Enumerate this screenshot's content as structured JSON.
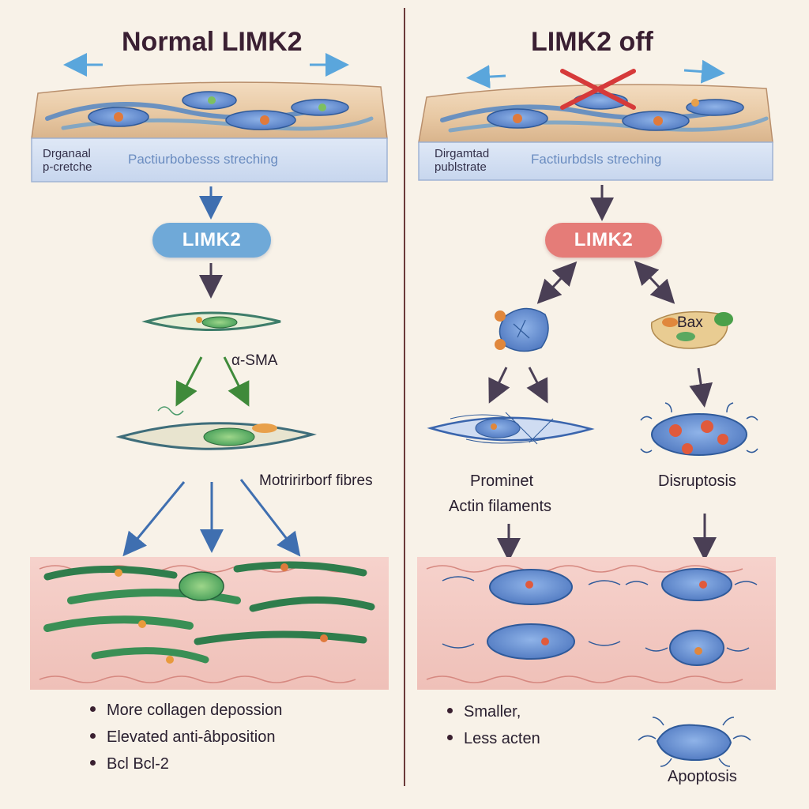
{
  "left": {
    "title": "Normal LIMK2",
    "substrate_left": "Drganaal\np-cretche",
    "substrate_center": "Pactiurbobesss streching",
    "pill": "LIMK2",
    "asma_label": "α-SMA",
    "fibres_label": "Motririrborf fibres",
    "bullets": [
      "More collagen depossion",
      "Elevated anti-âbposition",
      "Bcl Bcl-2"
    ]
  },
  "right": {
    "title": "LIMK2 off",
    "substrate_left": "Dirgamtad\npublstrate",
    "substrate_center": "Factiurbdsls streching",
    "pill": "LIMK2",
    "bax_label": "Bax",
    "actin_label_1": "Prominet",
    "actin_label_2": "Actin filaments",
    "disruption_label": "Disruptosis",
    "bullets": [
      "Smaller,",
      "Less acten"
    ],
    "apoptosis_label": "Apoptosis"
  },
  "colors": {
    "background": "#f8f2e8",
    "blue_pill": "#6fa9d8",
    "red_pill": "#e57c78",
    "arrow_dark": "#4a3f55",
    "arrow_blue": "#3f6fb0",
    "arrow_green": "#3f8a3a",
    "stretch_arrow": "#5aa6dc",
    "cross_red": "#d63a3a",
    "divider": "#6b3a3a"
  }
}
